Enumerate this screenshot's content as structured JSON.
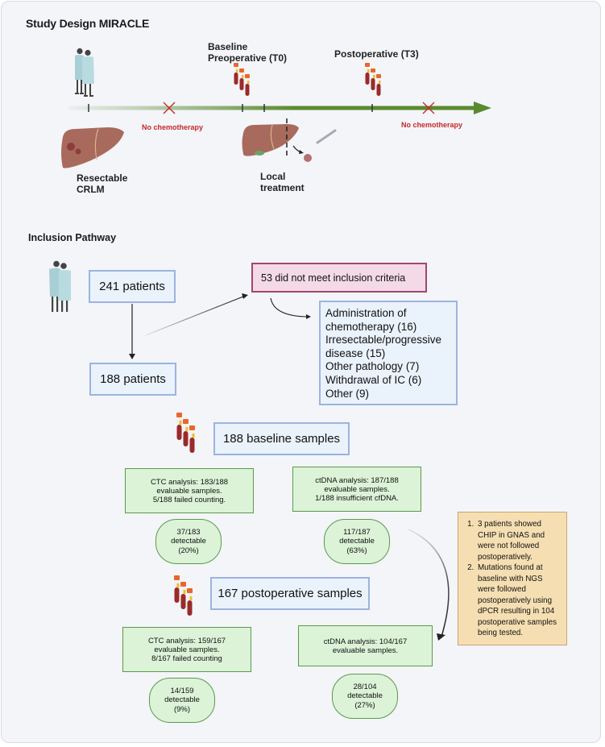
{
  "study_design": {
    "title": "Study Design MIRACLE",
    "timepoints": {
      "baseline_line1": "Baseline",
      "baseline_line2": "Preoperative (T0)",
      "postoperative": "Postoperative (T3)"
    },
    "no_chemo_1": "No chemotherapy",
    "no_chemo_2": "No chemotherapy",
    "resectable_line1": "Resectable",
    "resectable_line2": "CRLM",
    "local_line1": "Local",
    "local_line2": "treatment",
    "colors": {
      "timeline": "#5a8a2e",
      "cross": "#c62828",
      "liver": "#a86a5c"
    }
  },
  "inclusion": {
    "title": "Inclusion Pathway",
    "patients_start": "241 patients",
    "patients_included": "188 patients",
    "excluded": "53 did not meet inclusion criteria",
    "exclusion_reasons": [
      "Administration of",
      "chemotherapy (16)",
      "Irresectable/progressive",
      "disease (15)",
      "Other pathology (7)",
      "Withdrawal of IC (6)",
      "Other (9)"
    ]
  },
  "baseline": {
    "samples": "188 baseline samples",
    "ctc": [
      "CTC analysis: 183/188",
      "evaluable samples.",
      "5/188 failed counting."
    ],
    "ctc_result": [
      "37/183",
      "detectable",
      "(20%)"
    ],
    "ctdna": [
      "ctDNA analysis: 187/188",
      "evaluable samples.",
      "1/188 insufficient cfDNA."
    ],
    "ctdna_result": [
      "117/187",
      "detectable",
      "(63%)"
    ]
  },
  "postoperative": {
    "samples": "167 postoperative samples",
    "ctc": [
      "CTC analysis: 159/167",
      "evaluable samples.",
      "8/167 failed counting"
    ],
    "ctc_result": [
      "14/159",
      "detectable",
      "(9%)"
    ],
    "ctdna": [
      "ctDNA analysis: 104/167",
      "evaluable samples."
    ],
    "ctdna_result": [
      "28/104",
      "detectable",
      "(27%)"
    ]
  },
  "notes": [
    "3 patients showed CHIP in GNAS and were not followed postoperatively.",
    "Mutations found at baseline with NGS were followed postoperatively using dPCR  resulting in 104 postoperative samples being tested."
  ]
}
